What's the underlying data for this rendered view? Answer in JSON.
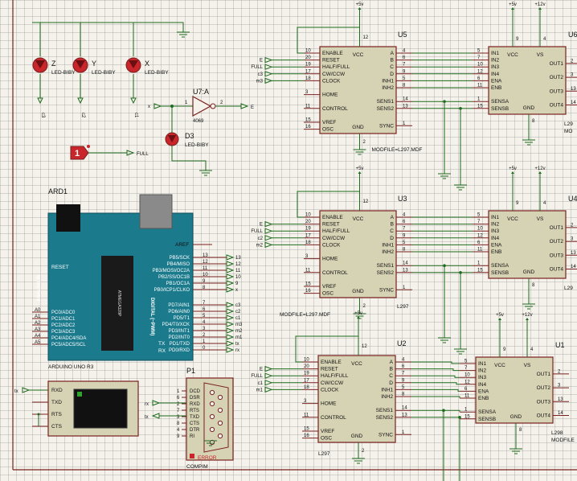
{
  "colors": {
    "wire": "#1f6b1f",
    "chip_fill": "#d6d2b4",
    "chip_border": "#7a2020",
    "arduino": "#1b7a8c",
    "led": "#c8262b"
  },
  "leds": [
    {
      "ref": "Z",
      "type": "LED-BIBY",
      "net": "c3"
    },
    {
      "ref": "Y",
      "type": "LED-BIBY",
      "net": "c2"
    },
    {
      "ref": "X",
      "type": "LED-BIBY",
      "net": "c1"
    }
  ],
  "inverter": {
    "ref": "U7:A",
    "type": "4069",
    "in": "x",
    "out": "E",
    "in_pin": "1",
    "out_pin": "2"
  },
  "led_d3": {
    "ref": "D3",
    "type": "LED-BIBY"
  },
  "logic_src": {
    "value": "1",
    "net": "FULL"
  },
  "supply": {
    "p5": "+5v",
    "p12": "+12v"
  },
  "l297_pins": {
    "left": [
      {
        "num": "10",
        "name": "ENABLE"
      },
      {
        "num": "20",
        "name": "RESET"
      },
      {
        "num": "19",
        "name": "HALF/FULL"
      },
      {
        "num": "17",
        "name": "CW/CCW"
      },
      {
        "num": "18",
        "name": "CLOCK"
      },
      {
        "num": "3",
        "name": "HOME"
      },
      {
        "num": "11",
        "name": "CONTROL"
      },
      {
        "num": "15",
        "name": "VREF"
      },
      {
        "num": "16",
        "name": "OSC"
      }
    ],
    "right": [
      {
        "num": "4",
        "name": "A"
      },
      {
        "num": "6",
        "name": "B"
      },
      {
        "num": "7",
        "name": "C"
      },
      {
        "num": "9",
        "name": "D"
      },
      {
        "num": "5",
        "name": "INH1"
      },
      {
        "num": "8",
        "name": "INH2"
      },
      {
        "num": "14",
        "name": "SENS1"
      },
      {
        "num": "13",
        "name": "SENS2"
      },
      {
        "num": "1",
        "name": "SYNC"
      }
    ],
    "vcc": "VCC",
    "gnd": "GND",
    "vcc_pin": "12",
    "gnd_pin": "2"
  },
  "l298_pins": {
    "left": [
      {
        "num": "5",
        "name": "IN1"
      },
      {
        "num": "7",
        "name": "IN2"
      },
      {
        "num": "10",
        "name": "IN3"
      },
      {
        "num": "12",
        "name": "IN4"
      },
      {
        "num": "6",
        "name": "ENA"
      },
      {
        "num": "11",
        "name": "ENB"
      },
      {
        "num": "1",
        "name": "SENSA"
      },
      {
        "num": "15",
        "name": "SENSB"
      }
    ],
    "right": [
      {
        "num": "2",
        "name": "OUT1"
      },
      {
        "num": "3",
        "name": "OUT2"
      },
      {
        "num": "13",
        "name": "OUT3"
      },
      {
        "num": "14",
        "name": "OUT4"
      }
    ],
    "vcc": "VCC",
    "vs": "VS",
    "gnd": "GND",
    "vcc_pin": "9",
    "vs_pin": "4",
    "gnd_pin": "8"
  },
  "l297_units": [
    {
      "ref": "U5",
      "model": "MODFILE=L297.MDF",
      "nets": [
        "E",
        "FULL",
        "c3",
        "m3"
      ]
    },
    {
      "ref": "U3",
      "model": "MODFILE=L297.MDF",
      "nets": [
        "E",
        "FULL",
        "c2",
        "m2"
      ]
    },
    {
      "ref": "U2",
      "model": "L297",
      "nets": [
        "E",
        "FULL",
        "c1",
        "m1"
      ]
    }
  ],
  "l298_units": [
    {
      "ref": "U6",
      "model": "L29"
    },
    {
      "ref": "U4",
      "model": "L29"
    },
    {
      "ref": "U1",
      "model": "L298"
    }
  ],
  "extra_labels": {
    "l297": "L297",
    "mod_short": "MO",
    "modfile_l298": "MODFILE"
  },
  "arduino": {
    "ref": "ARD1",
    "name": "ARDUINO UNO R3",
    "aref": "AREF",
    "reset": "RESET",
    "analog_title": "ANALOG IN",
    "digital_title": "DIGITAL (~PWM)",
    "chip_text": "ATMEGA328P",
    "analog": [
      {
        "a": "A0",
        "p": "PC0/ADC0"
      },
      {
        "a": "A1",
        "p": "PC1/ADC1"
      },
      {
        "a": "A2",
        "p": "PC2/ADC2"
      },
      {
        "a": "A3",
        "p": "PC3/ADC3"
      },
      {
        "a": "A4",
        "p": "PC4/ADC4/SDA"
      },
      {
        "a": "A5",
        "p": "PC5/ADC5/SCL"
      }
    ],
    "digital_top": [
      {
        "p": "PB5/SCK",
        "n": "13",
        "net": "13"
      },
      {
        "p": "PB4/MISO",
        "n": "12",
        "net": "12"
      },
      {
        "p": "PB3/MOSI/OC2A",
        "n": "11",
        "net": "11"
      },
      {
        "p": "PB2/SS/OC1B",
        "n": "10",
        "net": "10"
      },
      {
        "p": "PB1/OC1A",
        "n": "9",
        "net": "9"
      },
      {
        "p": "PB0/ICP1/CLKO",
        "n": "8",
        "net": "x"
      }
    ],
    "digital_bot": [
      {
        "p": "PD7/AIN1",
        "n": "7",
        "net": "c3"
      },
      {
        "p": "PD6/AIN0",
        "n": "6",
        "net": "c2"
      },
      {
        "p": "PD5/T1",
        "n": "5",
        "net": "c1"
      },
      {
        "p": "PD4/T0/XCK",
        "n": "4",
        "net": "m3"
      },
      {
        "p": "PD3/INT1",
        "n": "3",
        "net": "m2"
      },
      {
        "p": "PD2/INT0",
        "n": "2",
        "net": "m1"
      },
      {
        "p": "PD1/TXD",
        "n": "1",
        "net": "tx"
      },
      {
        "p": "PD0/RXD",
        "n": "0",
        "net": "rx"
      }
    ],
    "tx": "TX",
    "rx": "RX"
  },
  "terminal": {
    "pins": [
      "RXD",
      "TXD",
      "RTS",
      "CTS"
    ],
    "net_rx": "tx"
  },
  "db9": {
    "ref": "P1",
    "name": "COMPIM",
    "error": "ERROR",
    "pins": [
      {
        "num": "1",
        "name": "DCD"
      },
      {
        "num": "6",
        "name": "DSR"
      },
      {
        "num": "2",
        "name": "RXD"
      },
      {
        "num": "7",
        "name": "RTS"
      },
      {
        "num": "3",
        "name": "TXD"
      },
      {
        "num": "8",
        "name": "CTS"
      },
      {
        "num": "4",
        "name": "DTR"
      },
      {
        "num": "9",
        "name": "RI"
      }
    ],
    "net_rxd": "rx",
    "net_txd": "tx"
  }
}
